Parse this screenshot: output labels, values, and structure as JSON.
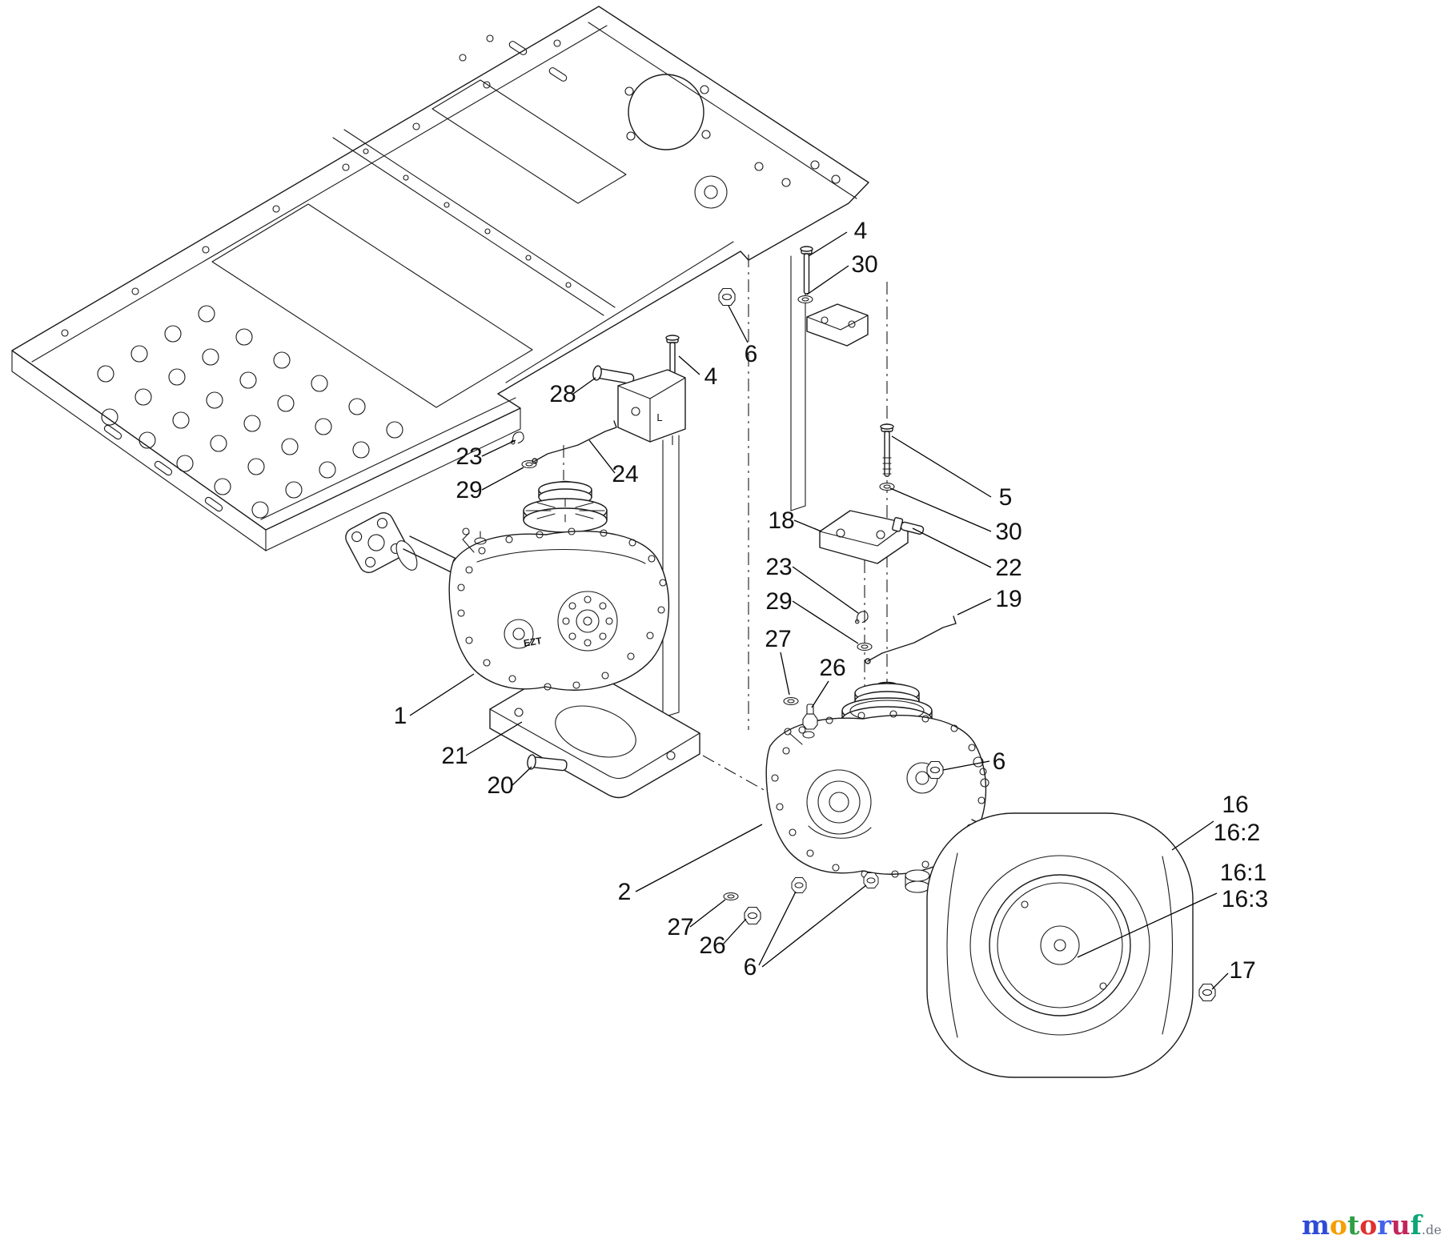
{
  "page": {
    "background": "#ffffff",
    "line_color": "#1a1a1a"
  },
  "callouts": {
    "n1": "1",
    "n2": "2",
    "n4_top": "4",
    "n4_mid": "4",
    "n5": "5",
    "n6_top": "6",
    "n6_right": "6",
    "n6_bottom": "6",
    "n16": "16",
    "n16_1": "16:1",
    "n16_2": "16:2",
    "n16_3": "16:3",
    "n17": "17",
    "n18": "18",
    "n19": "19",
    "n20": "20",
    "n21": "21",
    "n22": "22",
    "n23_left": "23",
    "n23_right": "23",
    "n24": "24",
    "n26_right": "26",
    "n26_bottom": "26",
    "n27_right": "27",
    "n27_bottom": "27",
    "n28": "28",
    "n29_left": "29",
    "n29_right": "29",
    "n30_top": "30",
    "n30_right": "30"
  },
  "labels": {
    "housing": "EZT",
    "bracket": "L"
  },
  "logo": {
    "letters": [
      {
        "ch": "m",
        "color": "#2f4bd6"
      },
      {
        "ch": "o",
        "color": "#f59f00"
      },
      {
        "ch": "t",
        "color": "#2f9e44"
      },
      {
        "ch": "o",
        "color": "#e03131"
      },
      {
        "ch": "r",
        "color": "#4263eb"
      },
      {
        "ch": "u",
        "color": "#c2255c"
      },
      {
        "ch": "f",
        "color": "#0ca678"
      }
    ],
    "suffix": ".de",
    "suffix_color": "#6b7280"
  }
}
